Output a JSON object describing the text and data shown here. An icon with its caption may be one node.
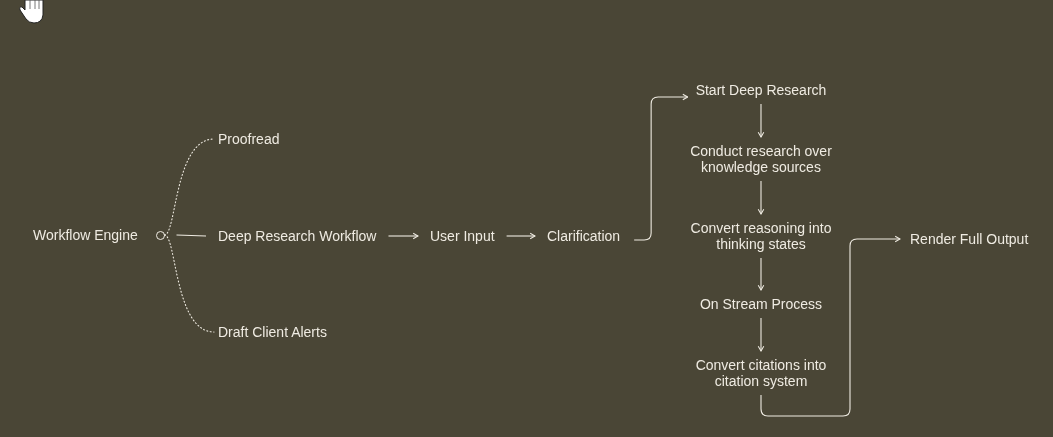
{
  "diagram": {
    "nodes": [
      {
        "text": [
          "Workflow Engine"
        ]
      },
      {
        "text": [],
        "shape": "circle"
      },
      {
        "text": [
          "Proofread"
        ]
      },
      {
        "text": [
          "Deep Research Workflow"
        ]
      },
      {
        "text": [
          "Draft Client Alerts"
        ]
      },
      {
        "text": [
          "User Input"
        ]
      },
      {
        "text": [
          "Clarification"
        ]
      },
      {
        "text": [
          "Start Deep Research"
        ]
      },
      {
        "text": [
          "Conduct research over knowledge sources"
        ]
      },
      {
        "text": [
          "Convert reasoning into thinking states"
        ]
      },
      {
        "text": [
          "On Stream Process"
        ]
      },
      {
        "text": [
          "Convert citations into citation system"
        ]
      },
      {
        "text": [
          "Render Full Output"
        ]
      }
    ],
    "edges": [
      {
        "from": 1,
        "to": 2,
        "arrow": "none",
        "style": "dashed"
      },
      {
        "from": 1,
        "to": 3,
        "arrow": "none"
      },
      {
        "from": 1,
        "to": 4,
        "arrow": "none",
        "style": "dashed"
      },
      {
        "from": 3,
        "to": 5,
        "arrow": "to"
      },
      {
        "from": 5,
        "to": 6,
        "arrow": "to"
      },
      {
        "from": 6,
        "to": 7,
        "arrow": "to"
      },
      {
        "from": 7,
        "to": 8,
        "arrow": "to"
      },
      {
        "from": 8,
        "to": 9,
        "arrow": "to"
      },
      {
        "from": 9,
        "to": 10,
        "arrow": "to"
      },
      {
        "from": 10,
        "to": 11,
        "arrow": "to"
      },
      {
        "from": 11,
        "to": 12,
        "arrow": "to"
      }
    ]
  }
}
